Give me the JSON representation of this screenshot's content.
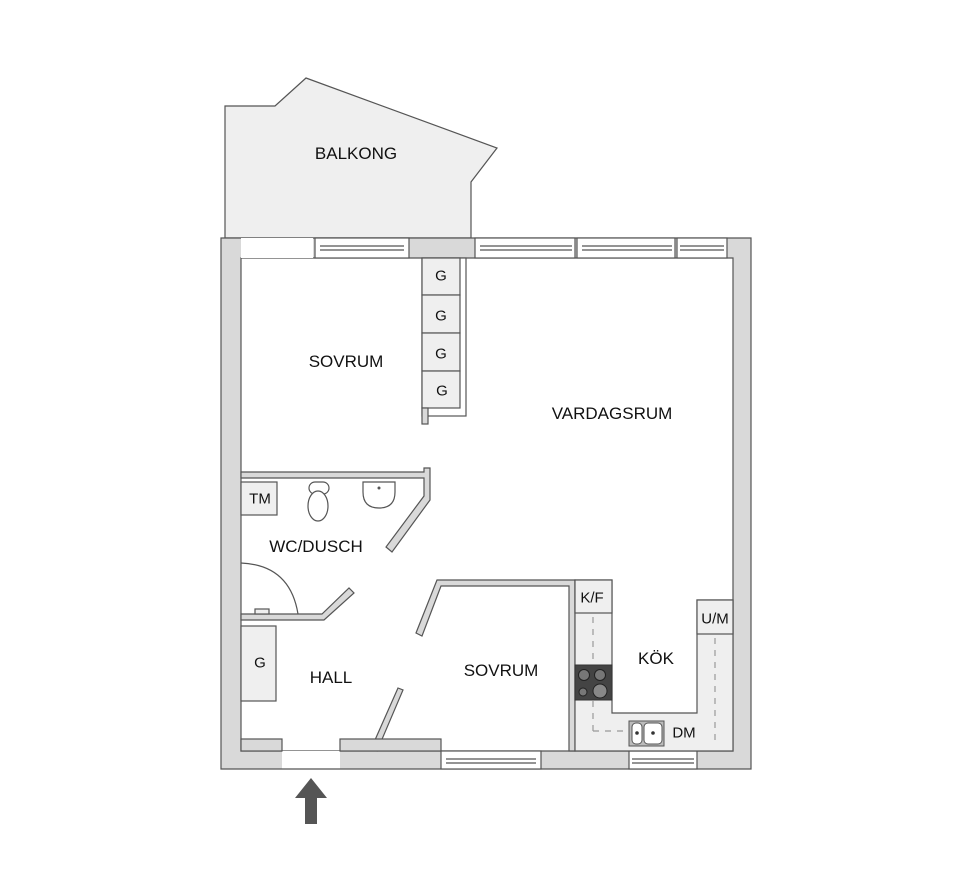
{
  "plan": {
    "rooms": {
      "balcony": "BALKONG",
      "bedroom_top": "SOVRUM",
      "living": "VARDAGSRUM",
      "bathroom": "WC/DUSCH",
      "hall": "HALL",
      "bedroom_bottom": "SOVRUM",
      "kitchen": "KÖK"
    },
    "fixtures": {
      "wardrobes_top": [
        "G",
        "G",
        "G",
        "G"
      ],
      "wardrobe_hall": "G",
      "washing_machine": "TM",
      "fridge_freezer": "K/F",
      "oven_microwave": "U/M",
      "dishwasher": "DM"
    },
    "entrance_arrow": "entrance-arrow",
    "colors": {
      "wall_fill": "#d9d9d9",
      "fixture_fill": "#efefef",
      "line": "#555555",
      "stove": "#444444",
      "arrow": "#555555"
    }
  }
}
